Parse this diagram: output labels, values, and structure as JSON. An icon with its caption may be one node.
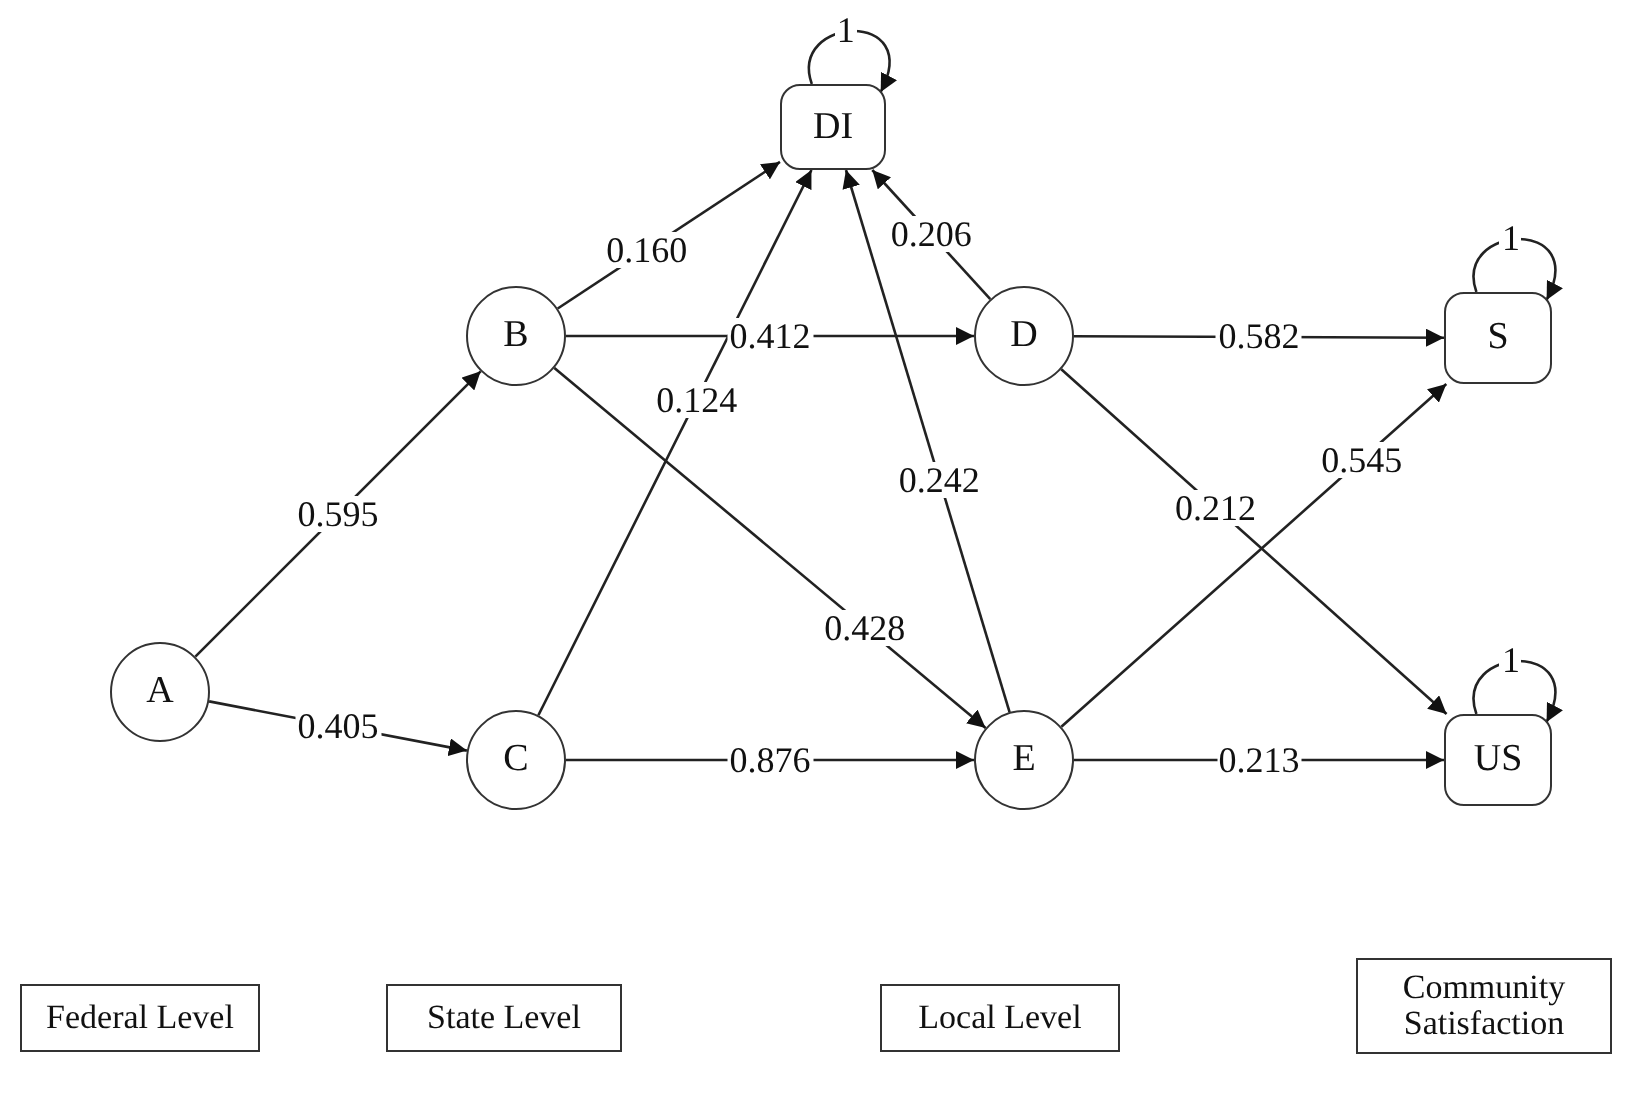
{
  "diagram": {
    "nodes": [
      {
        "text": [
          "A"
        ]
      },
      {
        "text": [
          "B"
        ]
      },
      {
        "text": [
          "C"
        ]
      },
      {
        "text": [
          "DI"
        ]
      },
      {
        "text": [
          "D"
        ]
      },
      {
        "text": [
          "E"
        ]
      },
      {
        "text": [
          "S"
        ]
      },
      {
        "text": [
          "US"
        ]
      },
      {
        "text": [
          "Federal Level"
        ]
      },
      {
        "text": [
          "State Level"
        ]
      },
      {
        "text": [
          "Local Level"
        ]
      },
      {
        "text": [
          "Community Satisfaction"
        ]
      }
    ],
    "edges": [
      {
        "from": 0,
        "to": 1,
        "arrow": "to",
        "label": "0.595"
      },
      {
        "from": 0,
        "to": 2,
        "arrow": "to",
        "label": "0.405"
      },
      {
        "from": 1,
        "to": 3,
        "arrow": "to",
        "label": "0.160"
      },
      {
        "from": 1,
        "to": 4,
        "arrow": "to",
        "label": "0.412"
      },
      {
        "from": 1,
        "to": 5,
        "arrow": "to",
        "label": "0.428"
      },
      {
        "from": 2,
        "to": 3,
        "arrow": "to",
        "label": "0.124"
      },
      {
        "from": 2,
        "to": 5,
        "arrow": "to",
        "label": "0.876"
      },
      {
        "from": 4,
        "to": 3,
        "arrow": "to",
        "label": "0.206"
      },
      {
        "from": 4,
        "to": 6,
        "arrow": "to",
        "label": "0.582"
      },
      {
        "from": 4,
        "to": 7,
        "arrow": "to",
        "label": "0.212"
      },
      {
        "from": 5,
        "to": 3,
        "arrow": "to",
        "label": "0.242"
      },
      {
        "from": 5,
        "to": 6,
        "arrow": "to",
        "label": "0.545"
      },
      {
        "from": 5,
        "to": 7,
        "arrow": "to",
        "label": "0.213"
      },
      {
        "from": 3,
        "to": 3,
        "arrow": "to",
        "label": "1"
      },
      {
        "from": 6,
        "to": 6,
        "arrow": "to",
        "label": "1"
      },
      {
        "from": 7,
        "to": 7,
        "arrow": "to",
        "label": "1"
      }
    ]
  }
}
